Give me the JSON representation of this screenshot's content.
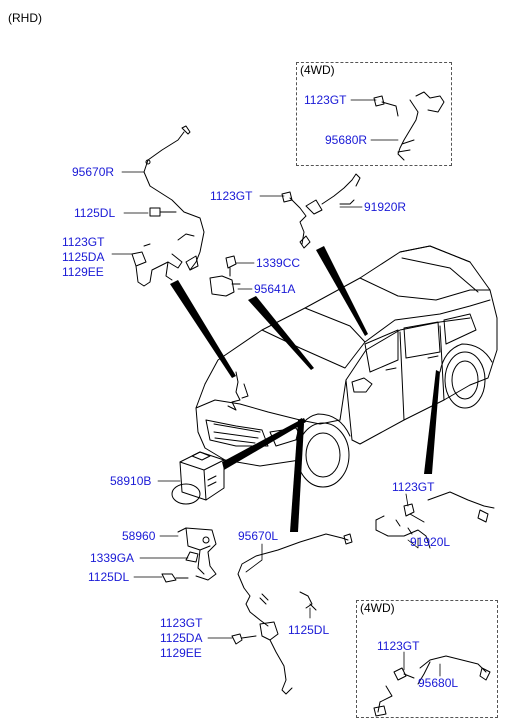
{
  "header": {
    "variant": "(RHD)"
  },
  "boxes": [
    {
      "title": "(4WD)",
      "parts": [
        "1123GT",
        "95680R"
      ]
    },
    {
      "title": "(4WD)",
      "parts": [
        "1123GT",
        "95680L"
      ]
    }
  ],
  "parts": {
    "p95670R": "95670R",
    "p1125DL_a": "1125DL",
    "p1123GT_a": "1123GT",
    "p1125DA_a": "1125DA",
    "p1129EE_a": "1129EE",
    "p1123GT_b": "1123GT",
    "p91920R": "91920R",
    "p1339CC": "1339CC",
    "p95641A": "95641A",
    "p58910B": "58910B",
    "p58960": "58960",
    "p1339GA": "1339GA",
    "p1125DL_b": "1125DL",
    "p95670L": "95670L",
    "p1123GT_c": "1123GT",
    "p1125DA_c": "1125DA",
    "p1129EE_c": "1129EE",
    "p1125DL_c": "1125DL",
    "p1123GT_d": "1123GT",
    "p91920L": "91920L"
  },
  "colors": {
    "label": "#1a1ad6",
    "line": "#000000"
  }
}
